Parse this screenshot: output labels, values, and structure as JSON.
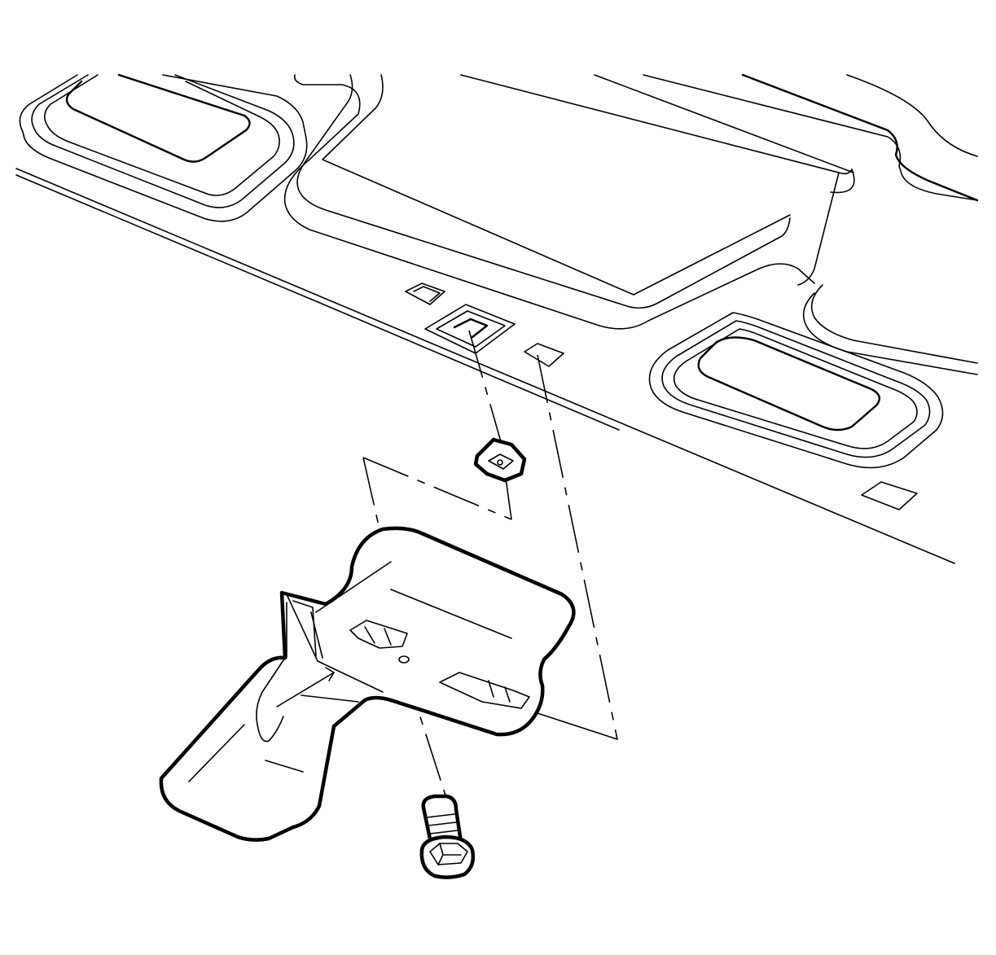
{
  "diagram": {
    "colors": {
      "stroke": "#000000",
      "background": "#ffffff"
    },
    "parts": [
      {
        "id": "floor-panel",
        "icon": "floor-panel-outline"
      },
      {
        "id": "push-nut",
        "icon": "retainer-clip"
      },
      {
        "id": "bracket",
        "icon": "mounting-bracket"
      },
      {
        "id": "bolt",
        "icon": "hex-flange-bolt"
      }
    ]
  }
}
